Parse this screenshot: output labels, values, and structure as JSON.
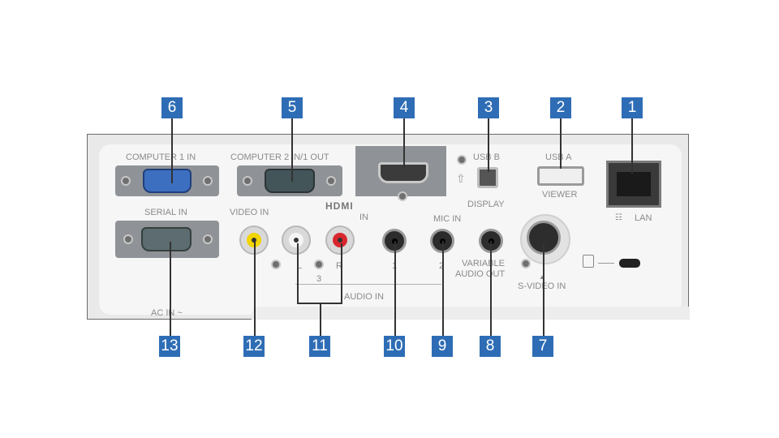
{
  "badge_color": "#2e6db5",
  "ports": [
    {
      "number": "1",
      "label": "LAN"
    },
    {
      "number": "2",
      "label_top": "USB A",
      "label_bottom": "VIEWER"
    },
    {
      "number": "3",
      "label_top": "USB B",
      "label_bottom": "DISPLAY"
    },
    {
      "number": "4",
      "label": "HDMI IN"
    },
    {
      "number": "5",
      "label": "COMPUTER 2 IN/1 OUT"
    },
    {
      "number": "6",
      "label": "COMPUTER 1 IN"
    },
    {
      "number": "7",
      "label": "S-VIDEO IN"
    },
    {
      "number": "8",
      "label_top": "VARIABLE",
      "label_bottom": "AUDIO OUT"
    },
    {
      "number": "9",
      "label": "MIC IN"
    },
    {
      "number": "10"
    },
    {
      "number": "11"
    },
    {
      "number": "12",
      "label": "VIDEO IN"
    },
    {
      "number": "13",
      "label": "SERIAL IN"
    }
  ],
  "panel_text": {
    "hdmi_logo": "HDMI",
    "hdmi_in": "IN",
    "audio_in": "AUDIO IN",
    "audio_l": "L",
    "audio_r": "R",
    "audio_3": "3",
    "audio_1": "1",
    "audio_2": "2",
    "ac_in": "AC IN ~"
  }
}
